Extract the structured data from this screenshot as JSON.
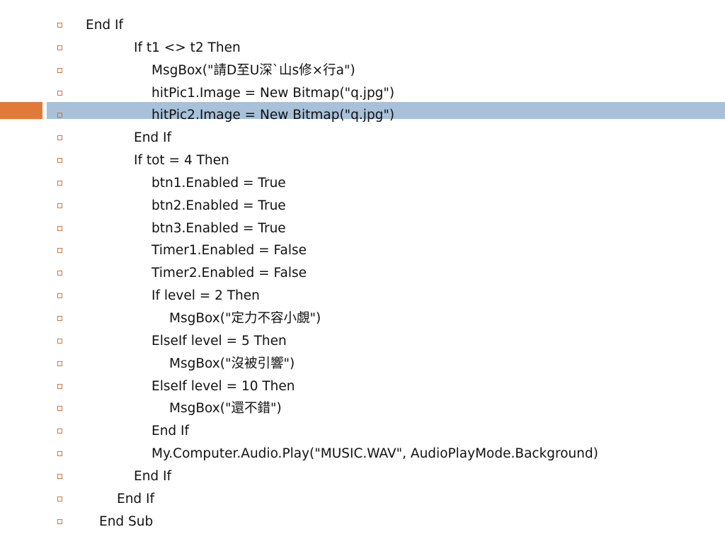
{
  "theme": {
    "accent_left": "#e07a3a",
    "accent_right": "#a8c1d9",
    "bullet": "#d0733a",
    "text": "#111111"
  },
  "code_lines": [
    {
      "indent": "lvl-0",
      "text": "End If"
    },
    {
      "indent": "lvl-1",
      "text": "If t1 <> t2 Then"
    },
    {
      "indent": "lvl-2",
      "text": "MsgBox(\"請D至U深`山s修×行a\")"
    },
    {
      "indent": "lvl-2",
      "text": "hitPic1.Image = New Bitmap(\"q.jpg\")"
    },
    {
      "indent": "lvl-2",
      "text": "hitPic2.Image = New Bitmap(\"q.jpg\")"
    },
    {
      "indent": "lvl-1",
      "text": "End If"
    },
    {
      "indent": "lvl-1",
      "text": "If tot = 4 Then"
    },
    {
      "indent": "lvl-2",
      "text": "btn1.Enabled = True"
    },
    {
      "indent": "lvl-2",
      "text": "btn2.Enabled = True"
    },
    {
      "indent": "lvl-2",
      "text": "btn3.Enabled = True"
    },
    {
      "indent": "lvl-2",
      "text": "Timer1.Enabled = False"
    },
    {
      "indent": "lvl-2",
      "text": "Timer2.Enabled = False"
    },
    {
      "indent": "lvl-2",
      "text": "If level = 2 Then"
    },
    {
      "indent": "lvl-3",
      "text": "MsgBox(\"定力不容小覷\")"
    },
    {
      "indent": "lvl-2",
      "text": "ElseIf level = 5 Then"
    },
    {
      "indent": "lvl-3",
      "text": "MsgBox(\"沒被引響\")"
    },
    {
      "indent": "lvl-2",
      "text": "ElseIf level = 10 Then"
    },
    {
      "indent": "lvl-3",
      "text": "MsgBox(\"還不錯\")"
    },
    {
      "indent": "lvl-2",
      "text": "End If"
    },
    {
      "indent": "lvl-2",
      "text": "My.Computer.Audio.Play(\"MUSIC.WAV\", AudioPlayMode.Background)"
    },
    {
      "indent": "lvl-1",
      "text": "End If"
    },
    {
      "indent": "lvl-outer",
      "text": "End If"
    },
    {
      "indent": "lvl-end-sub",
      "text": "End Sub"
    }
  ]
}
